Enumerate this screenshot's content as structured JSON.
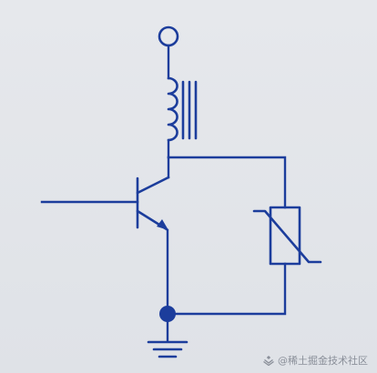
{
  "diagram": {
    "type": "circuit-schematic",
    "components": [
      {
        "id": "supply-terminal",
        "kind": "terminal-open"
      },
      {
        "id": "inductor",
        "kind": "iron-core-inductor"
      },
      {
        "id": "transistor",
        "kind": "npn-bjt"
      },
      {
        "id": "varistor",
        "kind": "voltage-dependent-resistor"
      },
      {
        "id": "ground",
        "kind": "ground"
      },
      {
        "id": "junction",
        "kind": "node"
      }
    ]
  },
  "colors": {
    "line": "#1c3d9c",
    "background": "#e3e5e9",
    "watermark": "#8a8f99"
  },
  "watermark": {
    "text": "@稀土掘金技术社区",
    "icon": "juejin-logo-icon"
  }
}
